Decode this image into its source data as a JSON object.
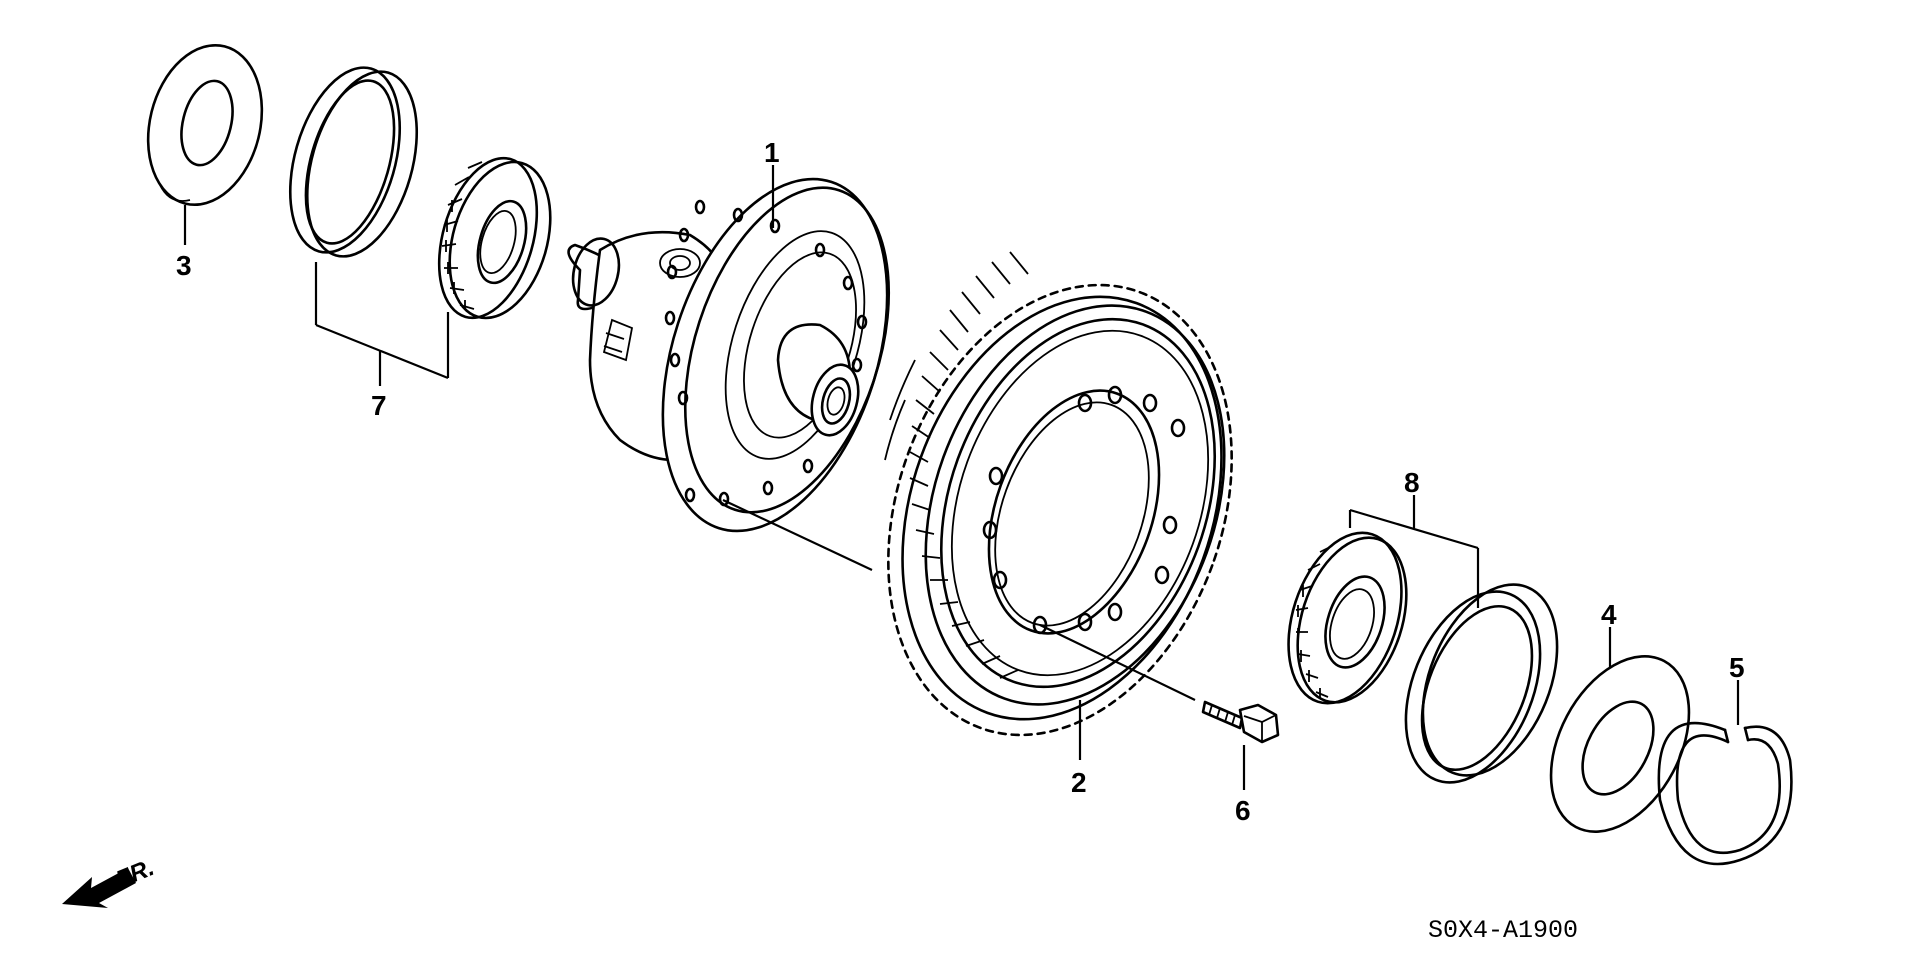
{
  "diagram": {
    "callouts": [
      {
        "id": "1",
        "label": "1"
      },
      {
        "id": "2",
        "label": "2"
      },
      {
        "id": "3",
        "label": "3"
      },
      {
        "id": "4",
        "label": "4"
      },
      {
        "id": "5",
        "label": "5"
      },
      {
        "id": "6",
        "label": "6"
      },
      {
        "id": "7",
        "label": "7"
      },
      {
        "id": "8",
        "label": "8"
      }
    ],
    "direction_label": "FR.",
    "diagram_code": "S0X4-A1900"
  }
}
